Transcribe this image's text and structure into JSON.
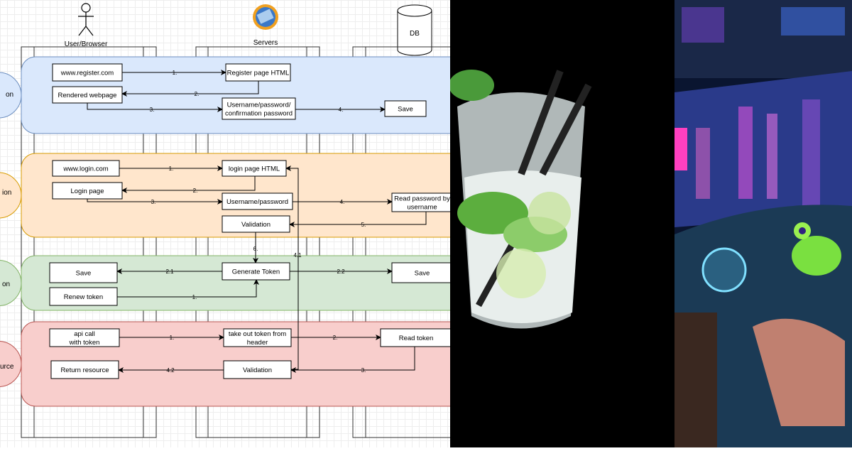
{
  "actors": {
    "user": "User/Browser",
    "servers": "Servers",
    "db": "DB"
  },
  "lanes": [
    {
      "label": "on",
      "color": "#dae8fc",
      "stroke": "#6c8ebf"
    },
    {
      "label": "ion",
      "color": "#ffe6cc",
      "stroke": "#d79b00"
    },
    {
      "label": "on",
      "color": "#d5e8d4",
      "stroke": "#82b366"
    },
    {
      "label": "urce",
      "color": "#f8cecc",
      "stroke": "#b85450"
    }
  ],
  "register": {
    "url": "www.register.com",
    "page_html": "Register page HTML",
    "rendered": "Rendered webpage",
    "creds_line1": "Username/password/",
    "creds_line2": "confirmation password",
    "save": "Save",
    "steps": [
      "1.",
      "2.",
      "3.",
      "4."
    ]
  },
  "login": {
    "url": "www.login.com",
    "page_html": "login page HTML",
    "page": "Login page",
    "creds": "Username/password",
    "read_line1": "Read password by",
    "read_line2": "username",
    "validation": "Validation",
    "steps": [
      "1.",
      "2.",
      "3.",
      "4.",
      "5.",
      "6.",
      "4.1"
    ]
  },
  "token": {
    "save_left": "Save",
    "generate": "Generate Token",
    "save_right": "Save",
    "renew": "Renew token",
    "steps": [
      "2.1",
      "2.2",
      "1."
    ]
  },
  "resource": {
    "api_line1": "api call",
    "api_line2": "with token",
    "take_line1": "take out token from",
    "take_line2": "header",
    "read": "Read token",
    "return": "Return resource",
    "validation": "Validation",
    "steps": [
      "1.",
      "2.",
      "3.",
      "4.2"
    ]
  },
  "photos": {
    "middle": "cocktail-glass-with-mint-and-straws",
    "right": "frog-in-cyberpunk-cockpit"
  }
}
